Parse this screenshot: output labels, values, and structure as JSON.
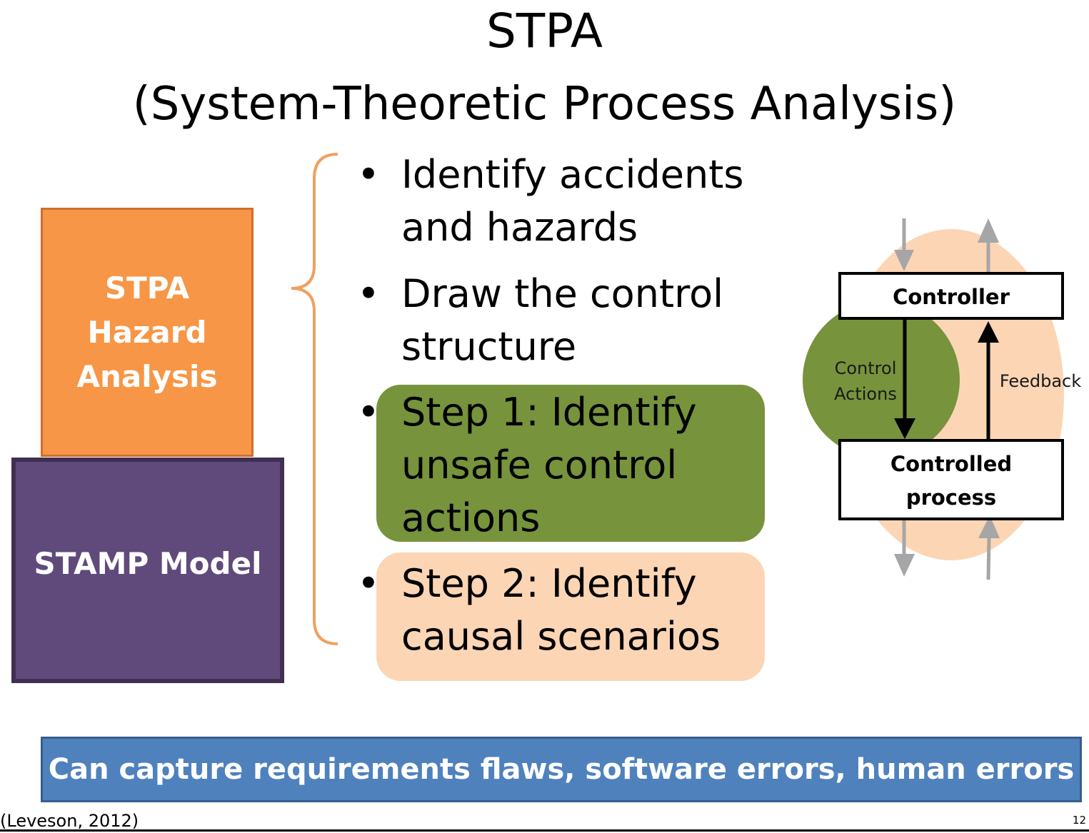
{
  "title": {
    "line1": "STPA",
    "line2": "(System-Theoretic Process Analysis)"
  },
  "stack": {
    "top_label": "STPA Hazard Analysis",
    "bottom_label": "STAMP Model"
  },
  "bullets": [
    {
      "marker": "•",
      "text": "Identify accidents\nand hazards"
    },
    {
      "marker": "•",
      "text": "Draw the control\nstructure"
    },
    {
      "marker": "•",
      "text": "Step 1: Identify\nunsafe control\nactions"
    },
    {
      "marker": "•",
      "text": "Step 2: Identify\ncausal scenarios"
    }
  ],
  "control_loop": {
    "controller": "Controller",
    "controlled_process_line1": "Controlled",
    "controlled_process_line2": "process",
    "control_actions_line1": "Control",
    "control_actions_line2": "Actions",
    "feedback": "Feedback"
  },
  "banner": "Can capture requirements flaws, software errors, human errors",
  "citation": "(Leveson, 2012)",
  "page_number": "12",
  "colors": {
    "orange": "#f79646",
    "purple": "#604a7b",
    "green": "#77933c",
    "peach": "#fcd5b5",
    "blue": "#4f81bd",
    "brace": "#f0a060"
  }
}
